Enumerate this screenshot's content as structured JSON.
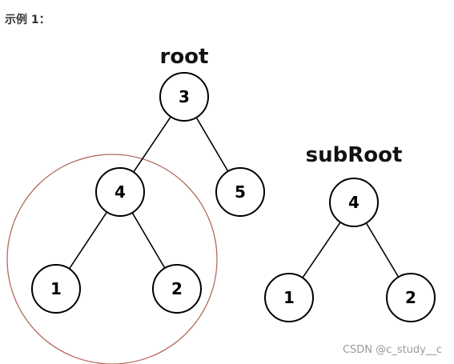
{
  "heading": "示例 1：",
  "trees": [
    {
      "title": "root",
      "nodes": [
        {
          "id": "r3",
          "label": "3"
        },
        {
          "id": "r4",
          "label": "4"
        },
        {
          "id": "r5",
          "label": "5"
        },
        {
          "id": "r1",
          "label": "1"
        },
        {
          "id": "r2",
          "label": "2"
        }
      ],
      "edges": [
        [
          "r3",
          "r4"
        ],
        [
          "r3",
          "r5"
        ],
        [
          "r4",
          "r1"
        ],
        [
          "r4",
          "r2"
        ]
      ],
      "highlighted_subtree_root": "r4"
    },
    {
      "title": "subRoot",
      "nodes": [
        {
          "id": "s4",
          "label": "4"
        },
        {
          "id": "s1",
          "label": "1"
        },
        {
          "id": "s2",
          "label": "2"
        }
      ],
      "edges": [
        [
          "s4",
          "s1"
        ],
        [
          "s4",
          "s2"
        ]
      ]
    }
  ],
  "colors": {
    "highlight_ring": "#b36a60",
    "node_stroke": "#000000",
    "watermark": "#9a9a9a"
  },
  "watermark": "CSDN @c_study__c"
}
